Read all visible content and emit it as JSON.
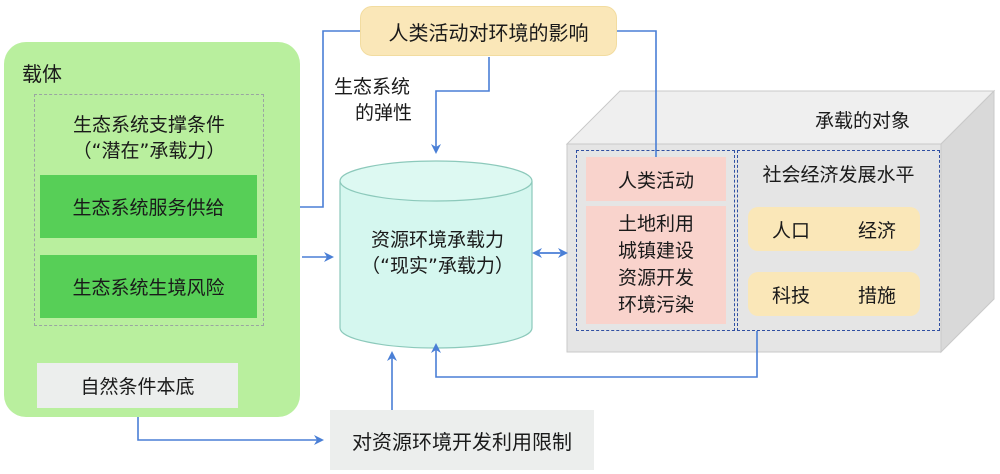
{
  "carrier": {
    "title": "载体",
    "support_title_line1": "生态系统支撑条件",
    "support_title_line2": "（“潜在”承载力）",
    "service_label": "生态系统服务供给",
    "risk_label": "生态系统生境风险",
    "natural_label": "自然条件本底"
  },
  "impact": {
    "label": "人类活动对环境的影响"
  },
  "resilience": {
    "line1": "生态系统",
    "line2": "的弹性"
  },
  "capacity": {
    "line1": "资源环境承载力",
    "line2": "（“现实”承载力）"
  },
  "limit": {
    "label": "对资源环境开发利用限制"
  },
  "objects": {
    "title": "承载的对象",
    "human_activity": "人类活动",
    "activities": [
      "土地利用",
      "城镇建设",
      "资源开发",
      "环境污染"
    ],
    "socio_title": "社会经济发展水平",
    "factors": [
      "人口",
      "经济",
      "科技",
      "措施"
    ]
  },
  "colors": {
    "carrier_bg": "#b9ef9e",
    "green_box": "#57cf57",
    "cream": "#fae7b8",
    "pink": "#f9d3cc",
    "cylinder": "#d5f7ef",
    "arrow": "#4a7fd6",
    "dashed_blue": "#2f4fa2",
    "gray_box": "#eceeed"
  }
}
